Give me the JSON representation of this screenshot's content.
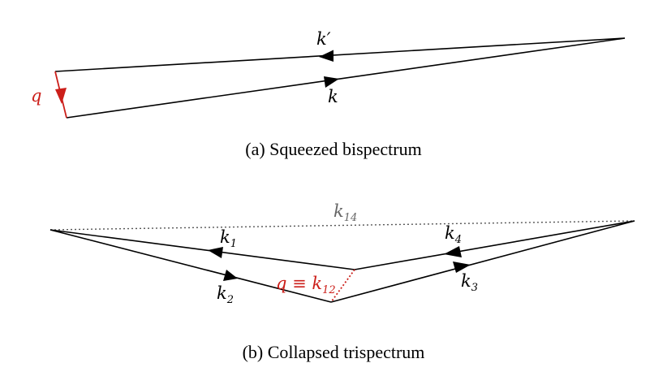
{
  "colors": {
    "line": "#000000",
    "highlight": "#cc1f1a",
    "dotted": "#555555",
    "label_gray": "#666666"
  },
  "panel_a": {
    "caption": "(a) Squeezed bispectrum",
    "labels": {
      "q": "q",
      "k": "k",
      "k_prime": "k′"
    }
  },
  "panel_b": {
    "caption": "(b) Collapsed trispectrum",
    "labels": {
      "k14": {
        "base": "k",
        "sub": "14"
      },
      "k1": {
        "base": "k",
        "sub": "1"
      },
      "k2": {
        "base": "k",
        "sub": "2"
      },
      "k3": {
        "base": "k",
        "sub": "3"
      },
      "k4": {
        "base": "k",
        "sub": "4"
      },
      "q_equiv": {
        "base": "q ≡ k",
        "sub": "12"
      }
    }
  }
}
